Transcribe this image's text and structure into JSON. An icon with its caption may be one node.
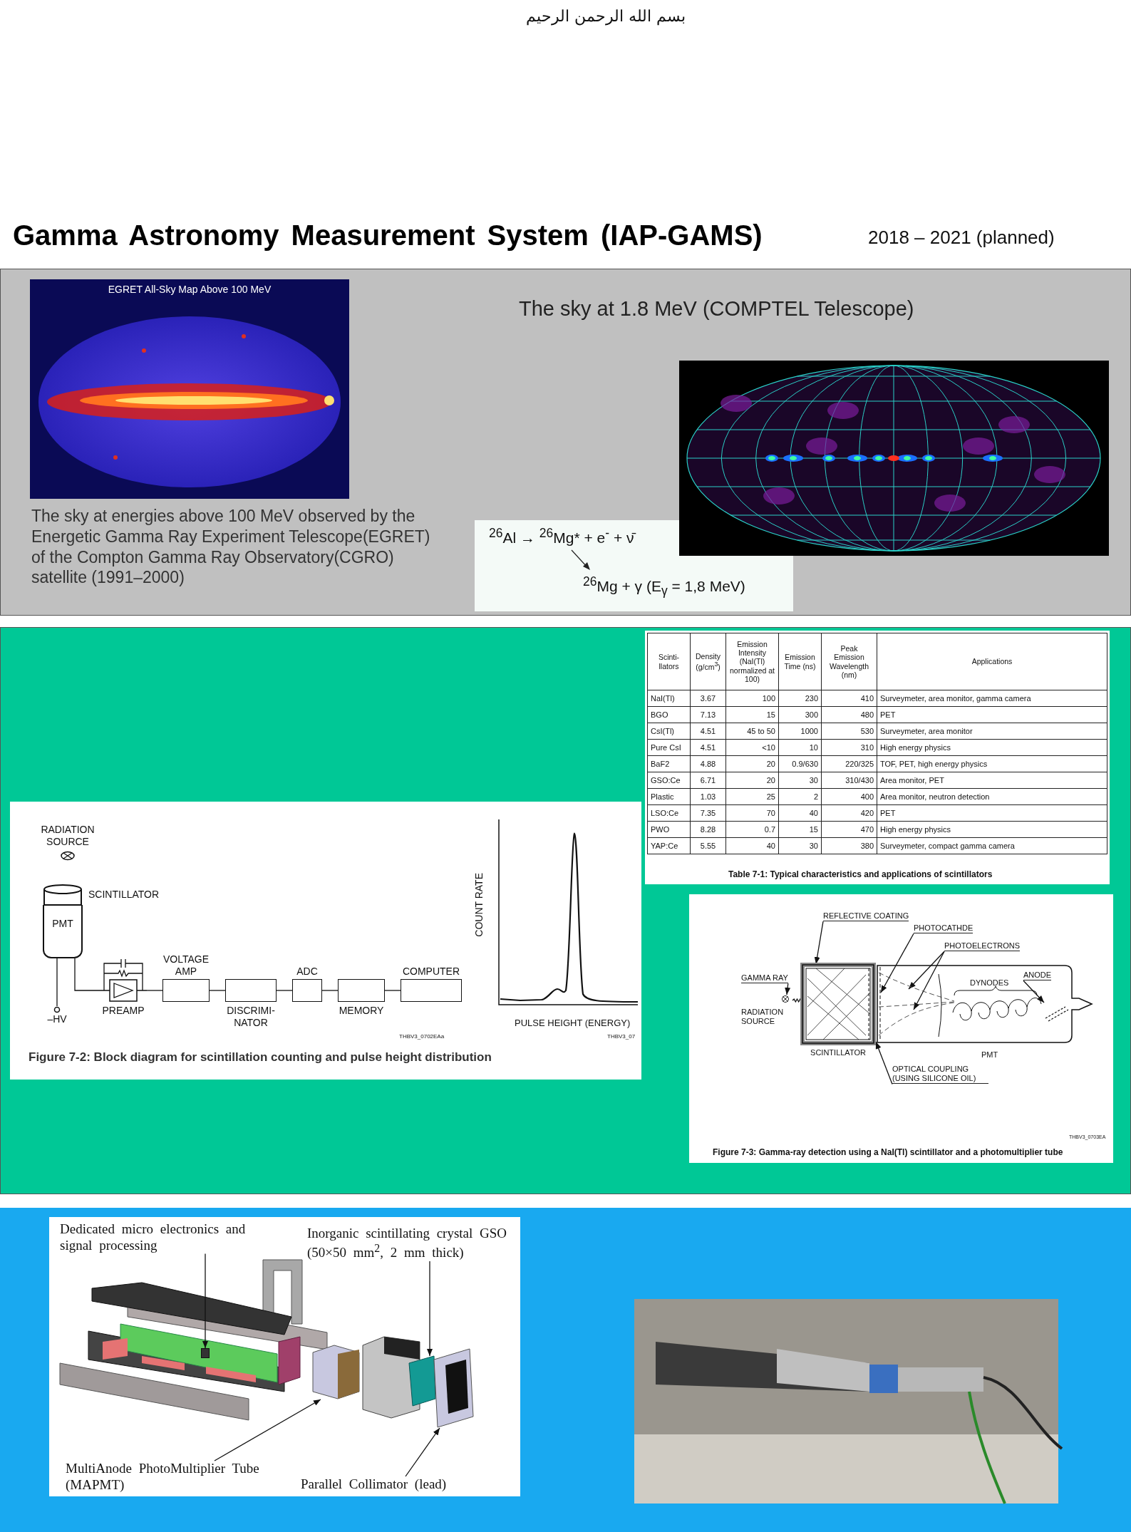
{
  "diagram": {
    "title": "Gamma Astronomy Measurement System (IAP-GAMS)",
    "nodes": [
      {
        "text": [
          "RADIATION SOURCE"
        ]
      },
      {
        "text": [
          "PMT"
        ],
        "beside": [
          "SCINTILLATOR"
        ]
      },
      {
        "text": [
          "–HV"
        ]
      },
      {
        "text": [
          "PREAMP"
        ]
      },
      {
        "text": [
          "VOLTAGE AMP"
        ]
      },
      {
        "text": [
          "DISCRIMI- NATOR"
        ]
      },
      {
        "text": [
          "ADC"
        ]
      },
      {
        "text": [
          "MEMORY"
        ]
      },
      {
        "text": [
          "COMPUTER"
        ]
      },
      {
        "text": [
          "REFLECTIVE COATING"
        ]
      },
      {
        "text": [
          "PHOTOCATHDE"
        ]
      },
      {
        "text": [
          "PHOTOELECTRONS"
        ]
      },
      {
        "text": [
          "GAMMA RAY"
        ]
      },
      {
        "text": [
          "ANODE"
        ],
        "in": 16
      },
      {
        "text": [
          "OPTICAL COUPLING (USING SILICONE OIL)"
        ]
      },
      {
        "text": [
          "SCINTILLATOR"
        ]
      },
      {
        "text": [
          "PMT"
        ]
      },
      {
        "text": [
          "Dedicated micro electronics and signal processing"
        ]
      },
      {
        "text": [
          "Inorganic scintillating crystal GSO (50×50 mm$^{2}$, 2 mm thick)"
        ]
      },
      {
        "text": [
          "MultiAnode PhotoMultiplier Tube (MAPMT)"
        ]
      },
      {
        "text": [
          "Parallel Collimator (lead)"
        ]
      },
      {
        "text": [
          "RADIATION SOURCE"
        ]
      },
      {
        "text": [],
        "shape": "box"
      },
      {
        "text": [],
        "shape": "box"
      },
      {
        "text": [],
        "shape": "box"
      },
      {
        "text": [],
        "shape": "box"
      },
      {
        "text": [],
        "shape": "bar",
        "in": 16
      }
    ],
    "edges": [
      {
        "from": 1,
        "to": 2,
        "arrow": "none"
      },
      {
        "from": 1,
        "to": 3,
        "arrow": "none"
      },
      {
        "from": 3,
        "to": 4,
        "arrow": "none"
      },
      {
        "from": 4,
        "to": 5,
        "arrow": "none"
      },
      {
        "from": 5,
        "to": 6,
        "arrow": "none"
      },
      {
        "from": 6,
        "to": 7,
        "arrow": "none"
      },
      {
        "from": 7,
        "to": 8,
        "arrow": "none"
      },
      {
        "from": 9,
        "to": 15,
        "arrow": "to"
      },
      {
        "from": 10,
        "to": 16,
        "arrow": "to"
      },
      {
        "from": 11,
        "to": 16,
        "arrow": "to"
      },
      {
        "from": 11,
        "to": 16,
        "arrow": "to"
      },
      {
        "from": 12,
        "to": 21,
        "arrow": "to"
      },
      {
        "from": 13,
        "to": 26,
        "arrow": "to"
      },
      {
        "from": 14,
        "to": 16,
        "arrow": "to"
      },
      {
        "from": 17,
        "to": 22,
        "arrow": "to"
      },
      {
        "from": 18,
        "to": 23,
        "arrow": "to"
      },
      {
        "from": 19,
        "to": 24,
        "arrow": "to"
      },
      {
        "from": 20,
        "to": 25,
        "arrow": "to"
      },
      {
        "from": 21,
        "to": 15,
        "arrow": "none"
      }
    ],
    "labels": [
      "بسم الله الرحمن الرحيم",
      "2018 – 2021 (planned)",
      "EGRET All-Sky Map Above 100 MeV",
      "The sky at 1.8 MeV (COMPTEL Telescope)",
      "The sky at energies above 100 MeV observed by the Energetic Gamma Ray Experiment Telescope(EGRET) of the Compton Gamma Ray Observatory(CGRO) satellite (1991–2000)",
      "$^{26}$Al → $^{26}$Mg* + e$^{-}$ + ν̄",
      "$^{26}$Mg + γ   (E$_{γ}$ = 1,8 MeV)",
      "Scinti- llators",
      "Density (g/cm$^{3}$)",
      "Emission Intensity (NaI(Tl) normalized at 100)",
      "Emission Time (ns)",
      "Peak Emission Wavelength (nm)",
      "Applications",
      "NaI(Tl)",
      "3.67",
      "100",
      "230",
      "410",
      "Surveymeter, area monitor, gamma camera",
      "BGO",
      "7.13",
      "15",
      "300",
      "480",
      "PET",
      "CsI(Tl)",
      "4.51",
      "45 to 50",
      "1000",
      "530",
      "Surveymeter, area monitor",
      "Pure CsI",
      "4.51",
      "<10",
      "10",
      "310",
      "High energy physics",
      "BaF2",
      "4.88",
      "20",
      "0.9/630",
      "220/325",
      "TOF, PET, high energy physics",
      "GSO:Ce",
      "6.71",
      "20",
      "30",
      "310/430",
      "Area monitor, PET",
      "Plastic",
      "1.03",
      "25",
      "2",
      "400",
      "Area monitor, neutron detection",
      "LSO:Ce",
      "7.35",
      "70",
      "40",
      "420",
      "PET",
      "PWO",
      "8.28",
      "0.7",
      "15",
      "470",
      "High energy physics",
      "YAP:Ce",
      "5.55",
      "40",
      "30",
      "380",
      "Surveymeter, compact gamma camera",
      "Table 7-1: Typical characteristics and applications of scintillators",
      "COUNT RATE",
      "PULSE HEIGHT (ENERGY)",
      "THBV3_0702EAa",
      "THBV3_07",
      "Figure 7-2: Block diagram for scintillation counting and pulse height distribution",
      "DYNODES",
      "THBV3_0703EA",
      "Figure 7-3: Gamma-ray detection using a NaI(Tl) scintillator and a photomultiplier tube"
    ]
  }
}
